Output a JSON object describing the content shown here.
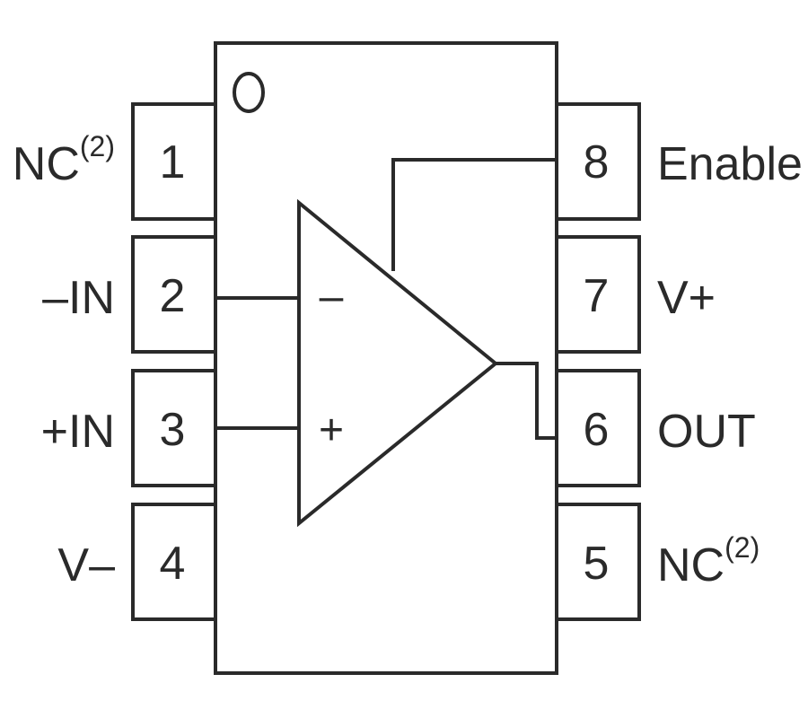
{
  "package": {
    "pins_left": [
      {
        "number": "1",
        "label": "NC",
        "superscript": "(2)"
      },
      {
        "number": "2",
        "label": "–IN",
        "superscript": ""
      },
      {
        "number": "3",
        "label": "+IN",
        "superscript": ""
      },
      {
        "number": "4",
        "label": "V–",
        "superscript": ""
      }
    ],
    "pins_right": [
      {
        "number": "8",
        "label": "Enable",
        "superscript": ""
      },
      {
        "number": "7",
        "label": "V+",
        "superscript": ""
      },
      {
        "number": "6",
        "label": "OUT",
        "superscript": ""
      },
      {
        "number": "5",
        "label": "NC",
        "superscript": "(2)"
      }
    ]
  },
  "amplifier": {
    "inverting_sign": "–",
    "noninverting_sign": "+"
  },
  "colors": {
    "ink": "#2a2a2a",
    "background": "#ffffff"
  }
}
